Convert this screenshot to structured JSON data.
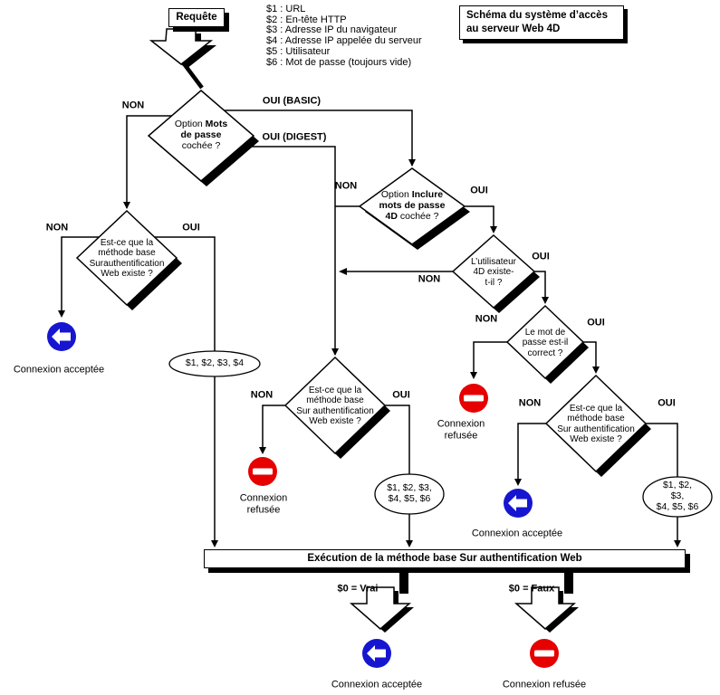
{
  "header": {
    "request_label": "Requête",
    "title": "Schéma du système d’accès\nau serveur Web 4D",
    "legend": [
      "$1 : URL",
      "$2 : En-tête HTTP",
      "$3 : Adresse IP du navigateur",
      "$4 : Adresse IP appelée du serveur",
      "$5 : Utilisateur",
      "$6 : Mot de passe (toujours vide)"
    ]
  },
  "labels": {
    "oui": "OUI",
    "non": "NON",
    "oui_basic": "OUI (BASIC)",
    "oui_digest": "OUI (DIGEST)"
  },
  "decisions": {
    "passwords": {
      "pre": "Option ",
      "bold": "Mots\nde passe",
      "post": "\ncochée ?"
    },
    "include4d": {
      "pre": "Option ",
      "bold": "Inclure\nmots de passe\n4D",
      "post": " cochée ?"
    },
    "base_left": "Est-ce que la\nméthode base\nSurauthentification\nWeb existe ?",
    "user_exists": "L’utilisateur\n4D existe-\nt-il ?",
    "password_ok": "Le mot de\npasse est-il\ncorrect ?",
    "base_mid": "Est-ce que la\nméthode base\nSur authentification\nWeb existe ?",
    "base_right": "Est-ce que la\nméthode base\nSur authentification\nWeb existe ?"
  },
  "params": {
    "short": "$1, $2, $3, $4",
    "full": "$1, $2, $3,\n$4, $5, $6"
  },
  "outcomes": {
    "accepted": "Connexion acceptée",
    "refused": "Connexion refusée"
  },
  "execution": {
    "label": "Exécution de la méthode base Sur authentification Web",
    "result_true": "$0 = Vrai",
    "result_false": "$0 = Faux"
  },
  "colors": {
    "accepted_blue": "#1616d0",
    "refused_red": "#e60000",
    "line": "#000000"
  }
}
